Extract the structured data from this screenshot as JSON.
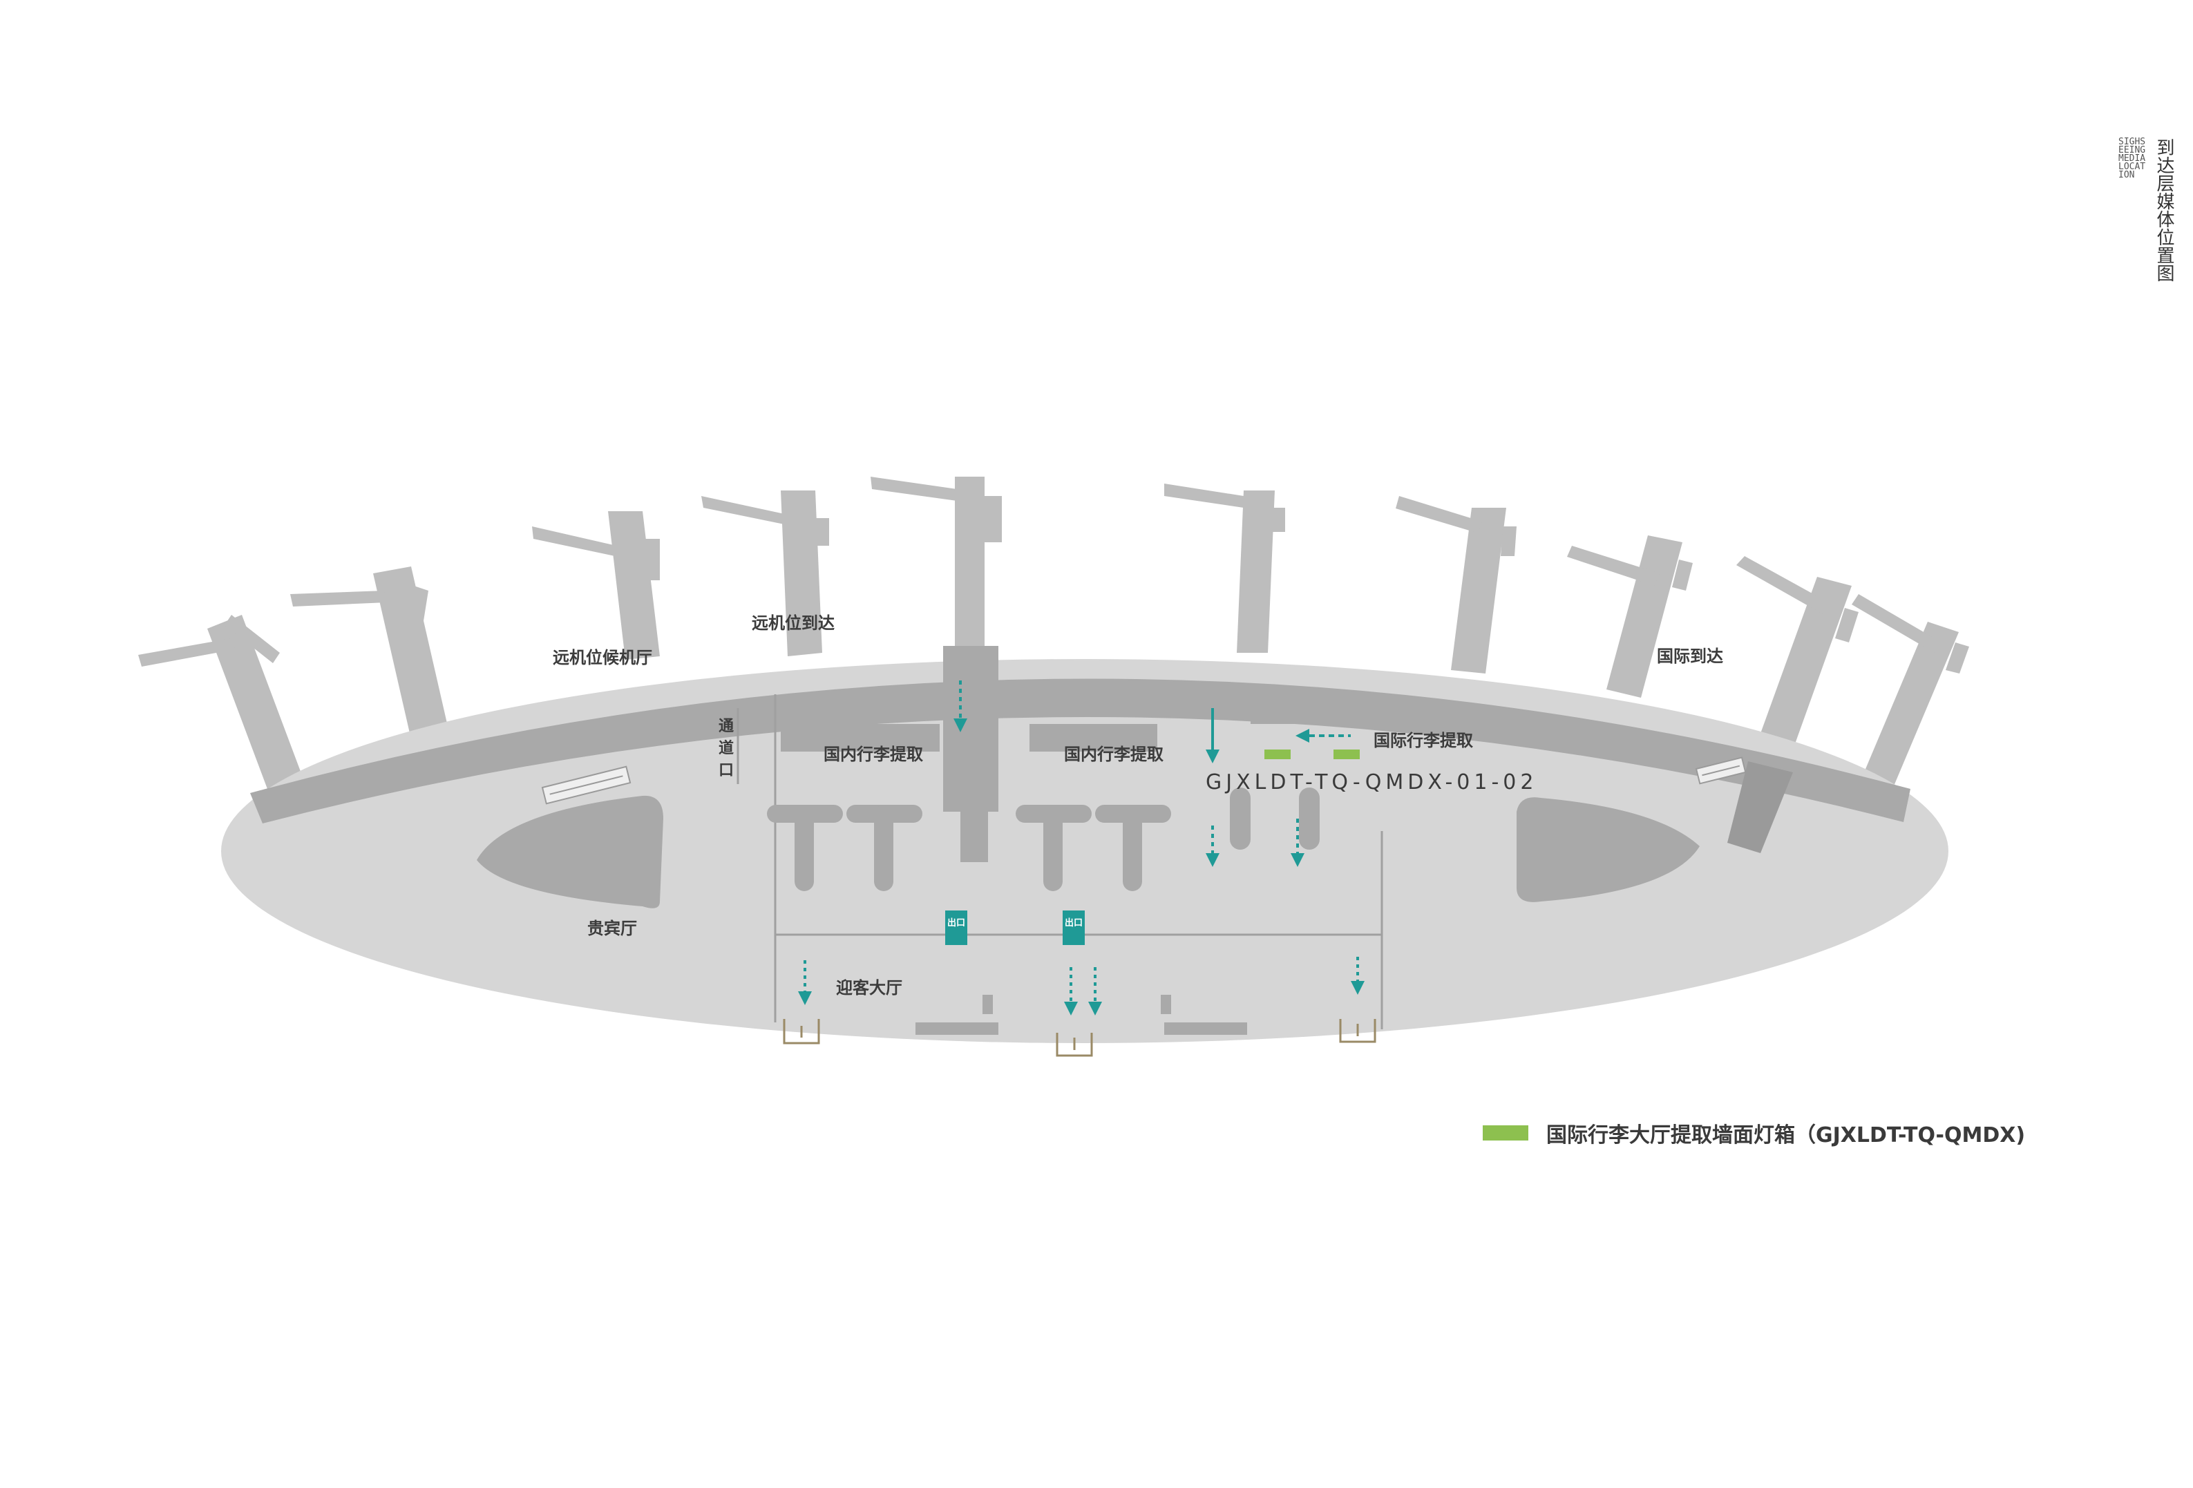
{
  "title": {
    "cn": "到达层媒体位置图",
    "en": "SIGHSEEING MEDIA LOCATION"
  },
  "labels": {
    "remote_waiting": "远机位候机厅",
    "remote_arrival": "远机位到达",
    "intl_arrival": "国际到达",
    "passage": [
      "通",
      "道",
      "口"
    ],
    "domestic_baggage_1": "国内行李提取",
    "domestic_baggage_2": "国内行李提取",
    "intl_baggage": "国际行李提取",
    "vip_hall": "贵宾厅",
    "greeting_hall": "迎客大厅",
    "exit_1": "出口",
    "exit_2": "出口"
  },
  "media_code": "GJXLDT-TQ-QMDX-01-02",
  "legend": {
    "label": "国际行李大厅提取墙面灯箱（GJXLDT-TQ-QMDX)",
    "color": "#8dc04f"
  },
  "colors": {
    "floor": "#d6d6d6",
    "band": "#a9a9a9",
    "structure": "#bdbdbd",
    "dark": "#9a9a9a",
    "teal": "#1f9a96",
    "accent": "#8dc04f"
  }
}
